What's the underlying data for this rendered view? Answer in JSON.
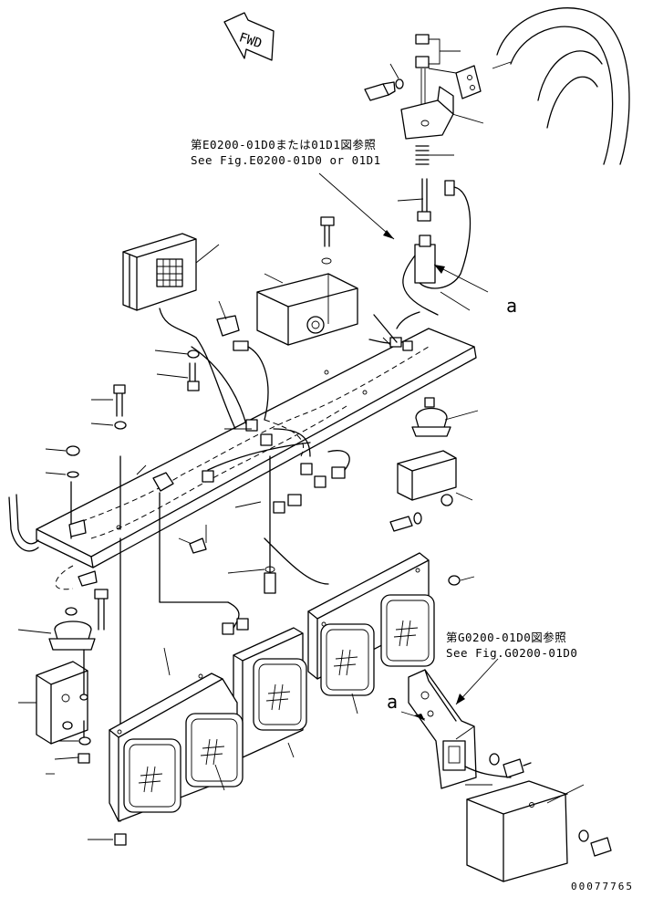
{
  "diagram": {
    "fwd_label": "FWD",
    "ref_upper_jp": "第E0200-01D0または01D1図参照",
    "ref_upper_en": "See Fig.E0200-01D0 or 01D1",
    "ref_lower_jp": "第G0200-01D0図参照",
    "ref_lower_en": "See Fig.G0200-01D0",
    "callout_a_upper": "a",
    "callout_a_lower": "a",
    "drawing_code": "00077765"
  }
}
